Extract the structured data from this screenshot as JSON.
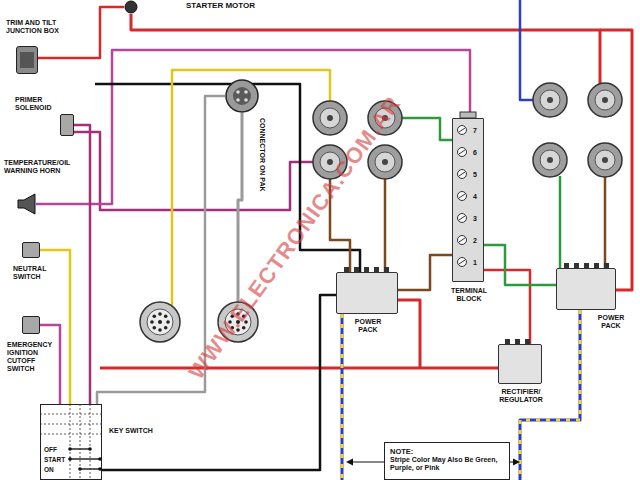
{
  "diagram": {
    "nodes": [
      {
        "text": [
          "STARTER MOTOR"
        ]
      },
      {
        "text": [
          "TRIM AND TILT JUNCTION BOX"
        ]
      },
      {
        "text": [
          "PRIMER SOLENOID"
        ]
      },
      {
        "text": [
          "TEMPERATURE/OIL WARNING HORN"
        ]
      },
      {
        "text": [
          "NEUTRAL SWITCH"
        ]
      },
      {
        "text": [
          "EMERGENCY IGNITION CUTOFF SWITCH"
        ]
      },
      {
        "text": [
          "KEY SWITCH",
          "OFF",
          "START",
          "ON"
        ]
      },
      {
        "text": [
          "CONNECTOR ON PAK"
        ]
      },
      {
        "text": [
          "POWER PACK"
        ]
      },
      {
        "text": [
          "TERMINAL BLOCK",
          "7",
          "6",
          "5",
          "4",
          "3",
          "2",
          "1"
        ]
      },
      {
        "text": [
          "POWER PACK"
        ]
      },
      {
        "text": [
          "RECTIFIER/ REGULATOR"
        ]
      },
      {
        "text": [
          "NOTE:",
          "Stripe Color May Also Be Green, Purple, or Pink"
        ]
      }
    ],
    "edges": [
      {
        "from": 8,
        "to": 9,
        "arrow": "none"
      },
      {
        "from": 11,
        "to": 9,
        "arrow": "none"
      },
      {
        "from": 10,
        "to": 9,
        "arrow": "none"
      },
      {
        "from": 6,
        "to": 7,
        "arrow": "none"
      },
      {
        "from": 4,
        "to": 6,
        "arrow": "none"
      },
      {
        "from": 5,
        "to": 6,
        "arrow": "none"
      },
      {
        "from": 2,
        "to": 6,
        "arrow": "none"
      },
      {
        "from": 1,
        "to": 0,
        "arrow": "none"
      }
    ],
    "labels": [
      "WWW.ELECTRONICA.COM.AR"
    ]
  }
}
